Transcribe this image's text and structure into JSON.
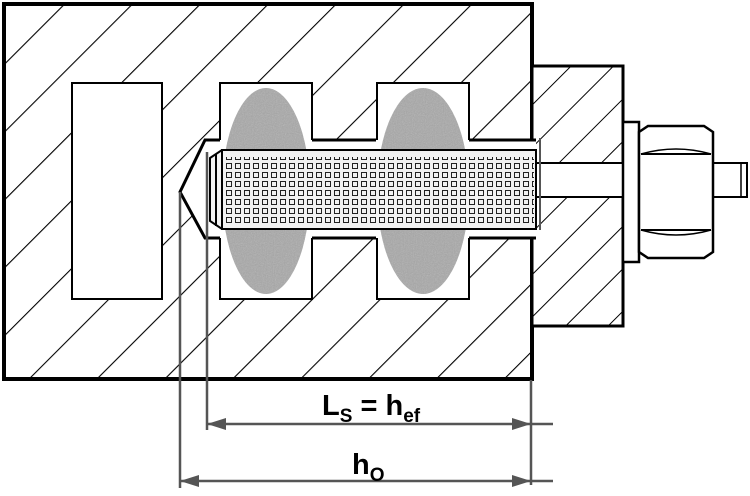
{
  "dimensions": {
    "ls_hef": {
      "main": "L",
      "main_sub": "S",
      "equals": " = ",
      "rhs": "h",
      "rhs_sub": "ef"
    },
    "h0": {
      "main": "h",
      "main_sub": "O"
    }
  },
  "colors": {
    "line": "#000000",
    "dimension_line": "#555555",
    "fill_light": "#ededed",
    "mortar": "#a8a8a8"
  }
}
